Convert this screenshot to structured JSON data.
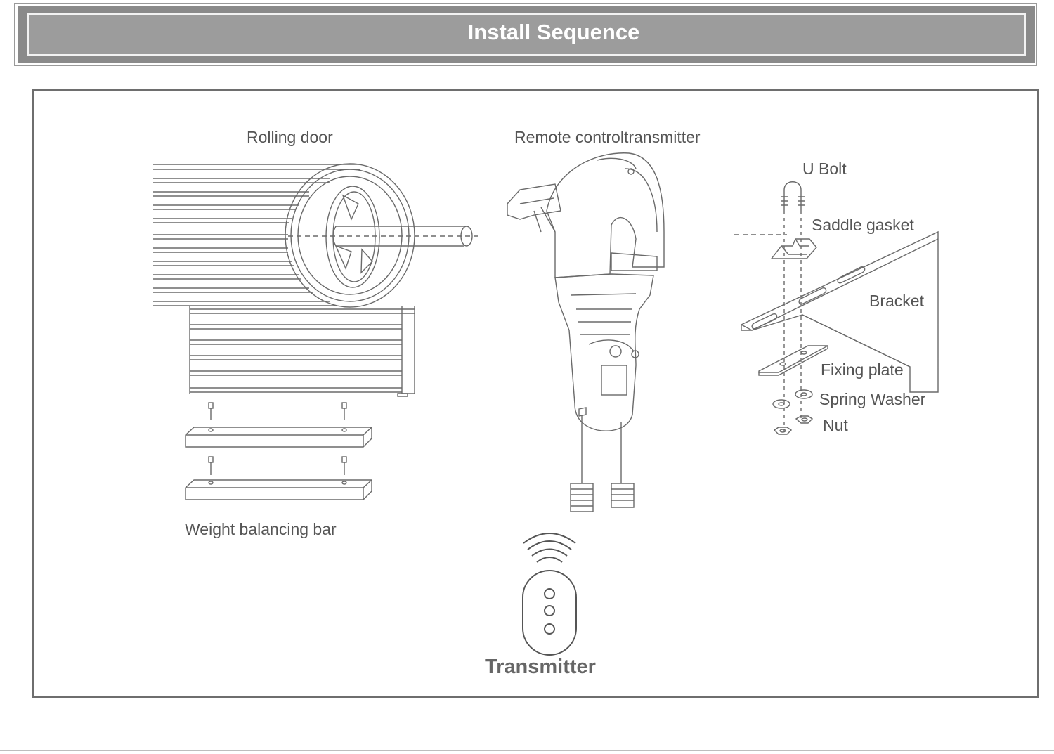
{
  "header": {
    "title": "Install Sequence"
  },
  "labels": {
    "rolling_door": "Rolling door",
    "remote_control_transmitter": "Remote controltransmitter",
    "u_bolt": "U Bolt",
    "saddle_gasket": "Saddle gasket",
    "bracket": "Bracket",
    "fixing_plate": "Fixing plate",
    "spring_washer": "Spring Washer",
    "nut": "Nut",
    "weight_balancing_bar": "Weight balancing bar",
    "transmitter": "Transmitter"
  }
}
